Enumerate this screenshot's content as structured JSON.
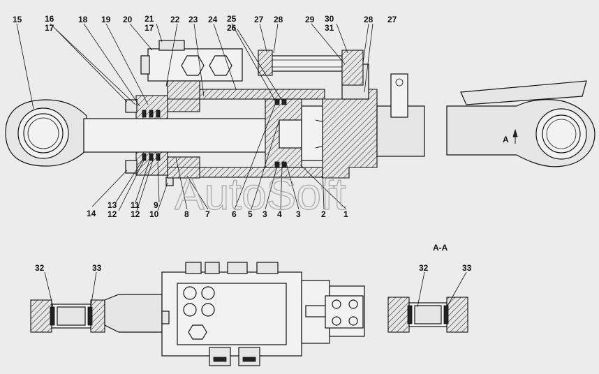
{
  "watermark": "AutoSoft",
  "section_label": "A-A",
  "view_marker": "A",
  "callouts_top": [
    "15",
    "16",
    "17",
    "18",
    "19",
    "20",
    "21",
    "17",
    "22",
    "23",
    "24",
    "25",
    "26",
    "27",
    "28",
    "29",
    "30",
    "31",
    "28",
    "27"
  ],
  "callouts_bottom": [
    "14",
    "13",
    "12",
    "11",
    "12",
    "9",
    "10",
    "8",
    "7",
    "6",
    "5",
    "3",
    "4",
    "3",
    "2",
    "1"
  ],
  "callouts_lower_left": [
    "32",
    "33"
  ],
  "callouts_lower_right": [
    "32",
    "33"
  ],
  "colors": {
    "background": "#ececec",
    "ink": "#111111",
    "fill": "#e6e6e6",
    "watermark": "#9a9a9a"
  }
}
